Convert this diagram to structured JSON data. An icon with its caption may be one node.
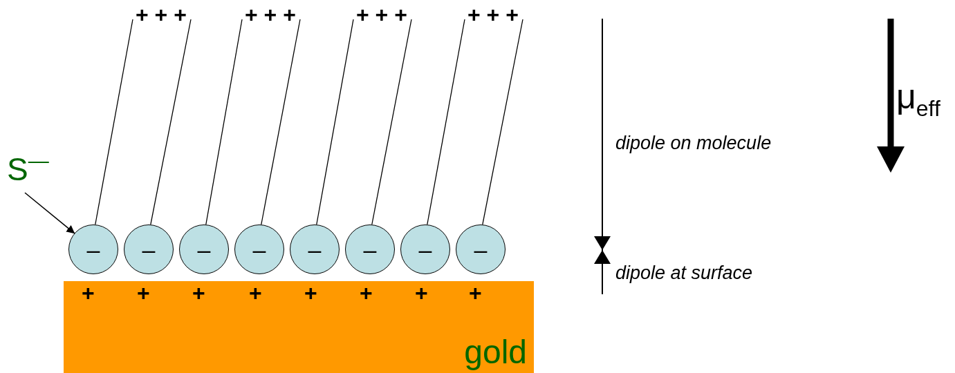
{
  "diagram": {
    "nodes": [
      {
        "text": [
          "S$^{—}$"
        ]
      },
      {
        "text": [
          "–"
        ]
      },
      {
        "text": [
          "–"
        ]
      },
      {
        "text": [
          "–"
        ]
      },
      {
        "text": [
          "–"
        ]
      },
      {
        "text": [
          "–"
        ]
      },
      {
        "text": [
          "–"
        ]
      },
      {
        "text": [
          "–"
        ]
      },
      {
        "text": [
          "–"
        ]
      },
      {
        "text": [
          "gold"
        ]
      },
      {
        "text": [
          "+ + +"
        ]
      },
      {
        "text": [
          "+ + +"
        ]
      },
      {
        "text": [
          "+ + +"
        ]
      },
      {
        "text": [
          "+ + +"
        ]
      }
    ],
    "edges": [
      {
        "from": 0,
        "to": 1,
        "arrow": "to"
      },
      {
        "from": 1,
        "to": 10,
        "arrow": "none"
      },
      {
        "from": 2,
        "to": 10,
        "arrow": "none"
      },
      {
        "from": 3,
        "to": 11,
        "arrow": "none"
      },
      {
        "from": 4,
        "to": 11,
        "arrow": "none"
      },
      {
        "from": 5,
        "to": 12,
        "arrow": "none"
      },
      {
        "from": 6,
        "to": 12,
        "arrow": "none"
      },
      {
        "from": 7,
        "to": 13,
        "arrow": "none"
      },
      {
        "from": 8,
        "to": 13,
        "arrow": "none"
      }
    ],
    "labels": [
      "μ$_{eff}$",
      "dipole on molecule",
      "dipole at surface",
      "+",
      "+",
      "+",
      "+",
      "+",
      "+",
      "+",
      "+"
    ]
  }
}
